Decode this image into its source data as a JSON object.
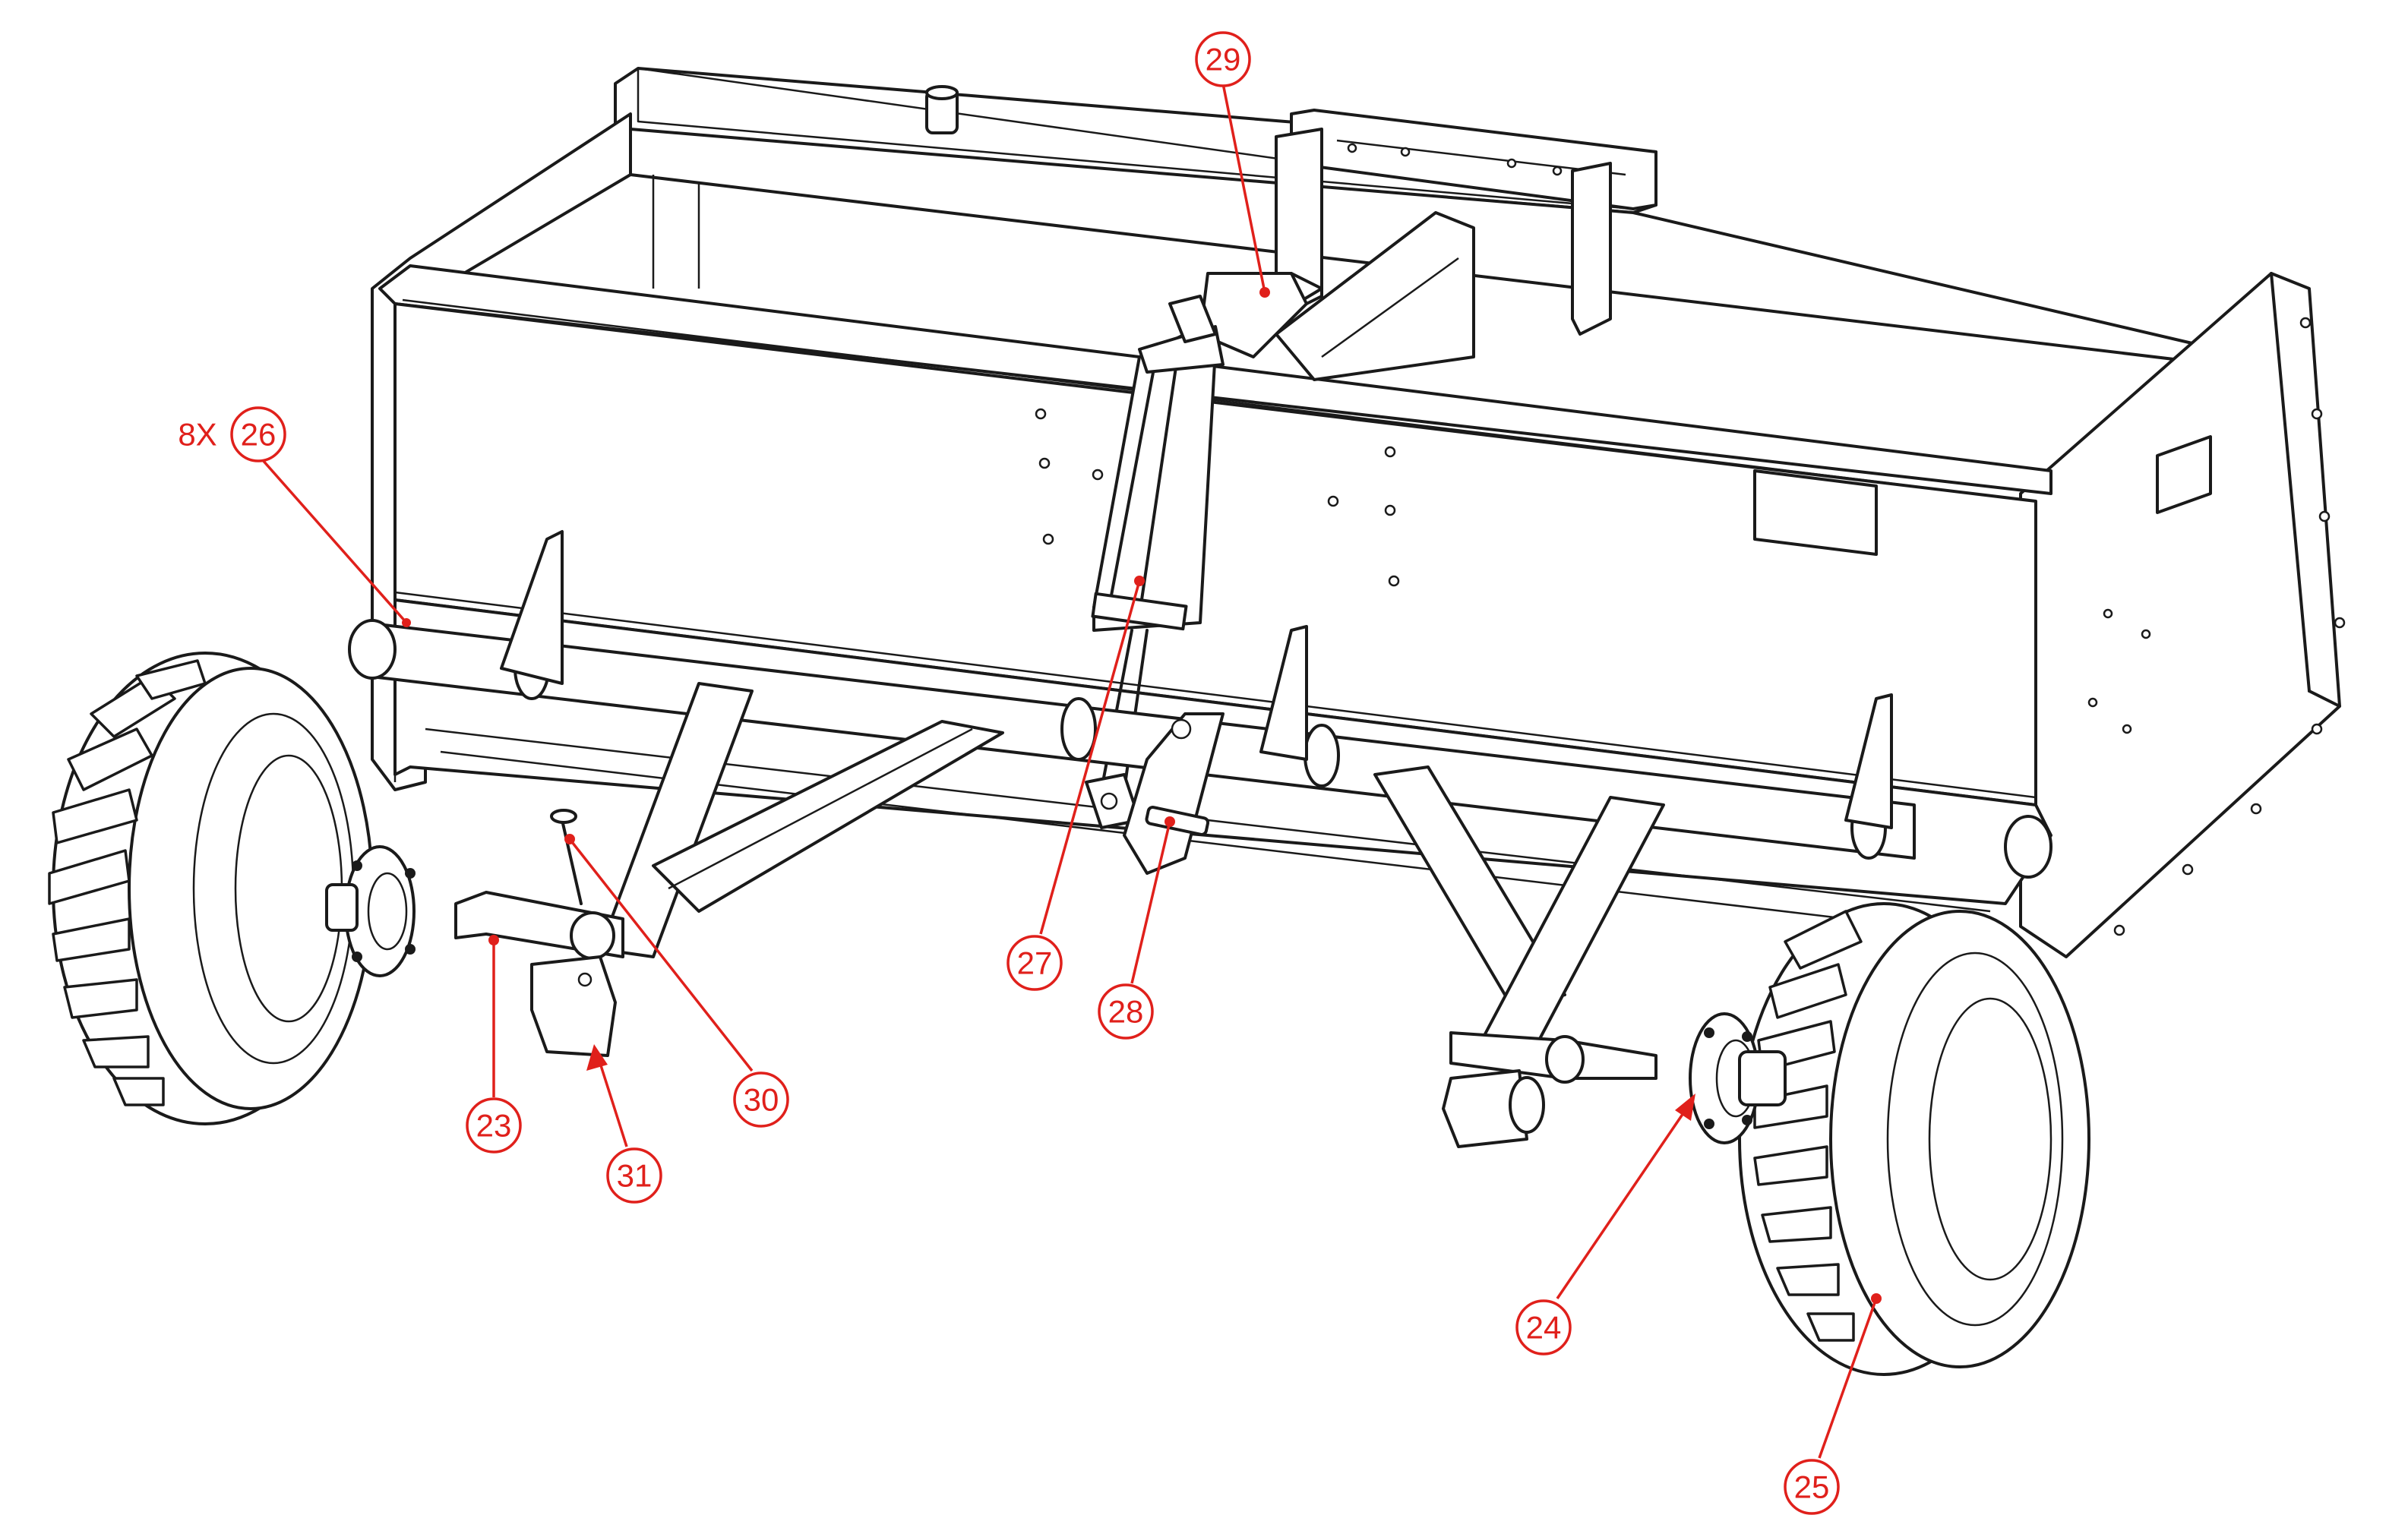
{
  "diagram": {
    "callouts": [
      {
        "id": "c29",
        "label": "29"
      },
      {
        "id": "c26",
        "label": "26",
        "prefix": "8X"
      },
      {
        "id": "c27",
        "label": "27"
      },
      {
        "id": "c28",
        "label": "28"
      },
      {
        "id": "c30",
        "label": "30"
      },
      {
        "id": "c23",
        "label": "23"
      },
      {
        "id": "c31",
        "label": "31"
      },
      {
        "id": "c24",
        "label": "24"
      },
      {
        "id": "c25",
        "label": "25"
      }
    ],
    "colors": {
      "line": "#1a1a1a",
      "callout": "#e0201b",
      "background": "#ffffff"
    }
  }
}
